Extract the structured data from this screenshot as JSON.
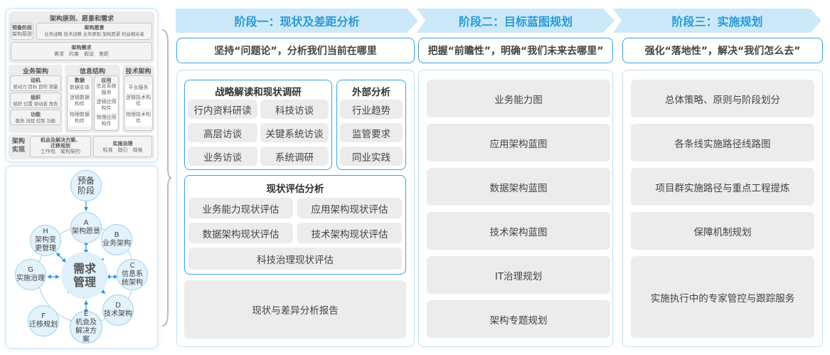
{
  "left_top": {
    "title": "架构原则、愿景和需求",
    "prelim": {
      "title": "预备阶段",
      "items": "架构原则"
    },
    "vision": {
      "title": "架构愿景",
      "items": "业务战略 技术战略 业务原则 架构愿景 利益相关者"
    },
    "requirements": {
      "title": "架构需求",
      "items": "需求　约束　假设　差距"
    },
    "business": {
      "title": "业务架构",
      "boxes": [
        {
          "title": "动机",
          "items": "驱动力 目标 目的 测量"
        },
        {
          "title": "组织",
          "items": "组织 位置 驱动者 角色"
        },
        {
          "title": "功能",
          "items": "服务 流程 控制 功能"
        }
      ]
    },
    "info": {
      "title": "信息结构",
      "data": {
        "title": "数据",
        "items": [
          "数据实体",
          "逻辑数据构件",
          "物理数据构件"
        ]
      },
      "app": {
        "title": "应用",
        "items": [
          "信息系统服务",
          "逻辑应用构件",
          "物理应用构件"
        ]
      }
    },
    "tech": {
      "title": "技术架构",
      "items": [
        "平台服务",
        "逻辑技术构件",
        "物理技术构件"
      ]
    },
    "realize": {
      "title": "架构实现",
      "opp": {
        "title": "机会及解决方案、迁移规划",
        "items": "工作包　架构契约"
      },
      "gov": {
        "title": "实施治理",
        "items": "标准　指引　规格"
      }
    }
  },
  "cycle": {
    "center": "需求管理",
    "prelim": "预备阶段",
    "phases": [
      {
        "letter": "A",
        "label": "架构愿景"
      },
      {
        "letter": "B",
        "label": "业务架构"
      },
      {
        "letter": "C",
        "label": "信息系统架构"
      },
      {
        "letter": "D",
        "label": "技术架构"
      },
      {
        "letter": "E",
        "label": "机会及解决方案"
      },
      {
        "letter": "F",
        "label": "迁移规划"
      },
      {
        "letter": "G",
        "label": "实施治理"
      },
      {
        "letter": "H",
        "label": "架构变更管理"
      }
    ]
  },
  "phases": [
    {
      "title": "阶段一：现状及差距分析",
      "subtitle": "坚持“问题论”，分析我们当前在哪里"
    },
    {
      "title": "阶段二：目标蓝图规划",
      "subtitle": "把握“前瞻性”，明确“我们未来去哪里”"
    },
    {
      "title": "阶段三：实施规划",
      "subtitle": "强化“落地性”，解决“我们怎么去”"
    }
  ],
  "phase1": {
    "strategy": {
      "title": "战略解读和现状调研",
      "items": [
        "行内资料研读",
        "科技访谈",
        "高层访谈",
        "关键系统访谈",
        "业务访谈",
        "系统调研"
      ]
    },
    "external": {
      "title": "外部分析",
      "items": [
        "行业趋势",
        "监管要求",
        "同业实践"
      ]
    },
    "assessment": {
      "title": "现状评估分析",
      "items": [
        "业务能力现状评估",
        "应用架构现状评估",
        "数据架构现状评估",
        "技术架构现状评估",
        "科技治理现状评估"
      ]
    },
    "report": "现状与差异分析报告"
  },
  "phase2": {
    "items": [
      "业务能力图",
      "应用架构蓝图",
      "数据架构蓝图",
      "技术架构蓝图",
      "IT治理规划",
      "架构专题规划"
    ]
  },
  "phase3": {
    "items": [
      "总体策略、原则与阶段划分",
      "各条线实施路径线路图",
      "项目群实施路径与重点工程提炼",
      "保障机制规划",
      "实施执行中的专家管控与跟踪服务"
    ]
  },
  "colors": {
    "accent": "#3aa3dc",
    "banner": "#cbe9f8",
    "banner_text": "#2a9ad8",
    "item_bg": "#ececec"
  }
}
